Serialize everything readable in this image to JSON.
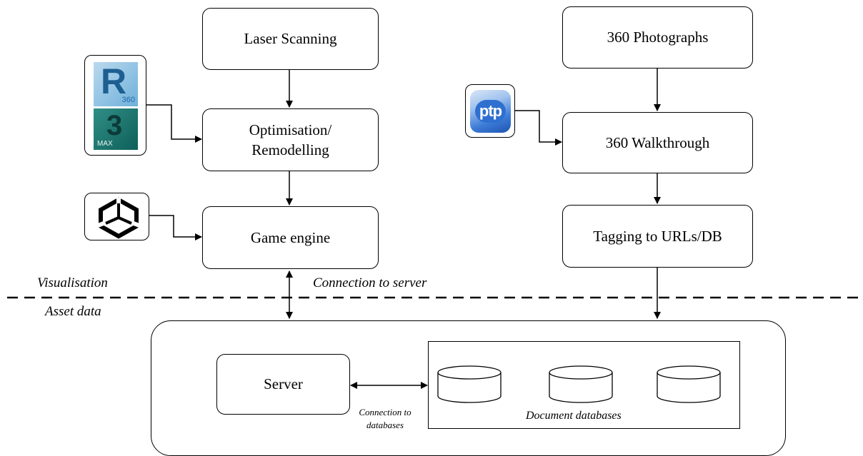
{
  "left_flow": {
    "step1": "Laser Scanning",
    "step2_line1": "Optimisation/",
    "step2_line2": "Remodelling",
    "step3": "Game engine"
  },
  "right_flow": {
    "step1": "360 Photographs",
    "step2": "360 Walkthrough",
    "step3": "Tagging to URLs/DB"
  },
  "labels": {
    "visualisation": "Visualisation",
    "asset_data": "Asset data",
    "connection_to_server": "Connection to server",
    "connection_to_databases_line1": "Connection to",
    "connection_to_databases_line2": "databases",
    "document_databases": "Document databases"
  },
  "server": {
    "label": "Server"
  },
  "icons": {
    "revit": {
      "letter": "R",
      "badge": "360",
      "color": "#2a7fb8"
    },
    "max": {
      "letter": "3",
      "badge": "MAX",
      "color": "#1f8a8a"
    },
    "unity": {
      "color": "#000000"
    },
    "ptp": {
      "text": "ptp",
      "color": "#2f6fd0"
    }
  }
}
